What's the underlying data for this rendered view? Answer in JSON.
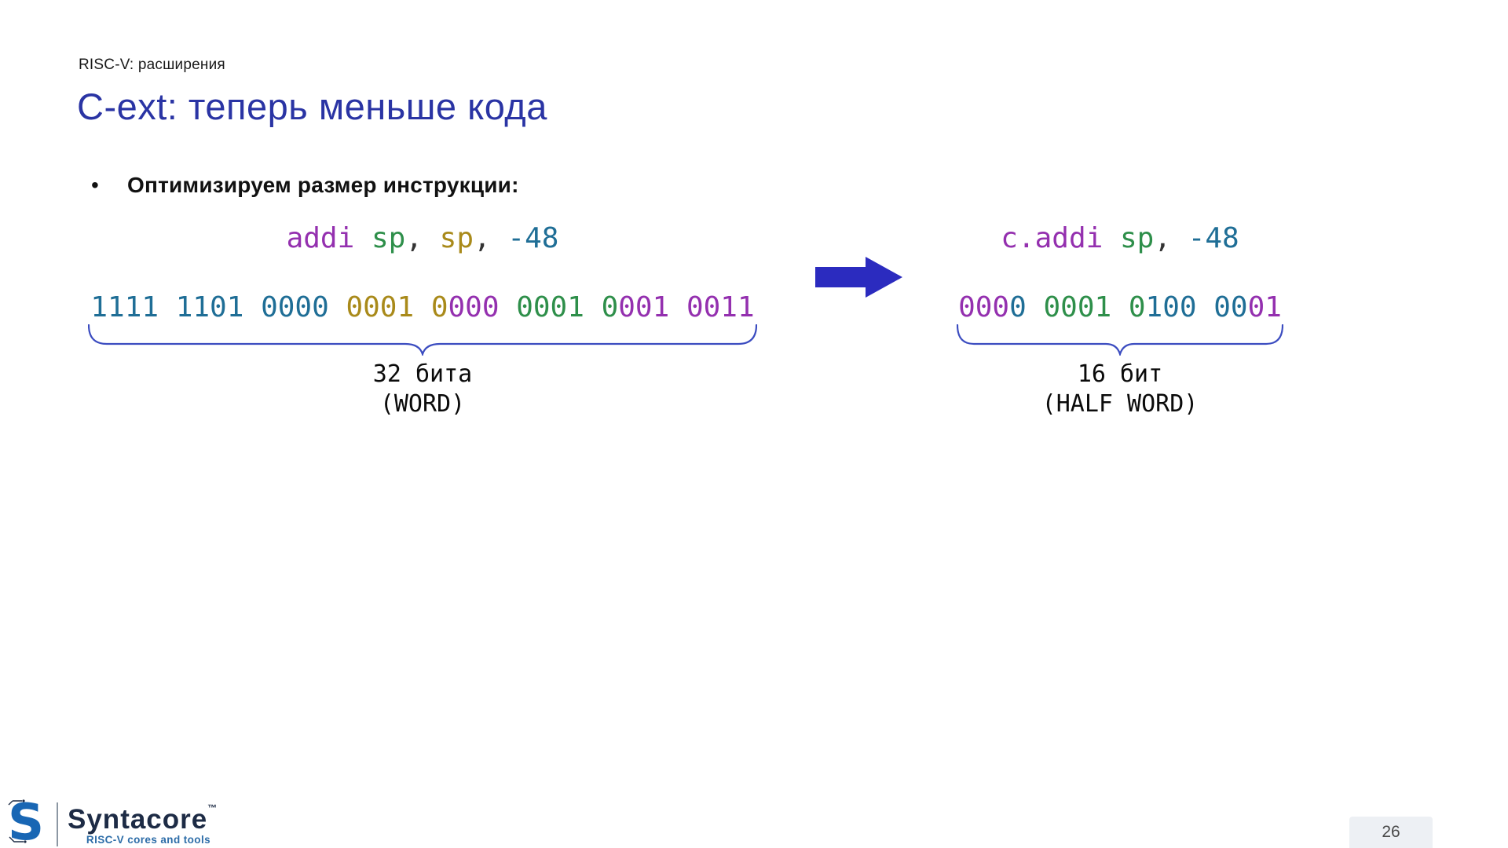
{
  "slide": {
    "kicker": "RISC-V: расширения",
    "title": "C-ext: теперь меньше кода",
    "bullet": "Оптимизируем размер инструкции:",
    "bullet_marker": "•"
  },
  "colors": {
    "title_blue": "#2a34a4",
    "purple": "#9430af",
    "green": "#2e8f4a",
    "olive": "#a98a1a",
    "teal": "#1f6e96",
    "punct": "#333333",
    "arrow_blue": "#2b2bbf",
    "brace_blue": "#3b4cc0",
    "brand_navy": "#1d2b45",
    "brand_blue": "#1866b4",
    "tagline_blue": "#2d6da8",
    "badge_bg": "#edf0f4"
  },
  "left": {
    "code": [
      {
        "t": "addi ",
        "c": "purple"
      },
      {
        "t": "sp",
        "c": "green"
      },
      {
        "t": ", ",
        "c": "punct"
      },
      {
        "t": "sp",
        "c": "olive"
      },
      {
        "t": ", ",
        "c": "punct"
      },
      {
        "t": "-48",
        "c": "teal"
      }
    ],
    "binary": [
      {
        "t": "1111 1101 0000 ",
        "c": "teal"
      },
      {
        "t": "0001 0",
        "c": "olive"
      },
      {
        "t": "000 ",
        "c": "purple"
      },
      {
        "t": "0001 0",
        "c": "green"
      },
      {
        "t": "001 0011",
        "c": "purple"
      }
    ],
    "size_label": "32 бита",
    "size_sublabel": "(WORD)"
  },
  "right": {
    "code": [
      {
        "t": "c.addi ",
        "c": "purple"
      },
      {
        "t": "sp",
        "c": "green"
      },
      {
        "t": ", ",
        "c": "punct"
      },
      {
        "t": "-48",
        "c": "teal"
      }
    ],
    "binary": [
      {
        "t": "000",
        "c": "purple"
      },
      {
        "t": "0 ",
        "c": "teal"
      },
      {
        "t": "0001 0",
        "c": "green"
      },
      {
        "t": "100 00",
        "c": "teal"
      },
      {
        "t": "01",
        "c": "purple"
      }
    ],
    "size_label": "16 бит",
    "size_sublabel": "(HALF WORD)"
  },
  "footer": {
    "brand": "Syntacore",
    "trademark": "™",
    "tagline": "RISC-V cores and tools",
    "logo_letter": "S",
    "page_number": "26"
  }
}
